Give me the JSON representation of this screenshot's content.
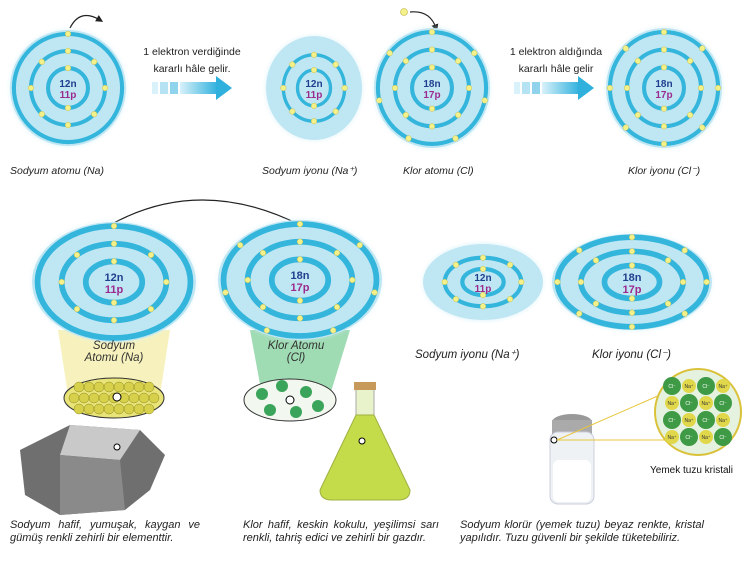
{
  "top_row": {
    "arrow1_text": "1 elektron verdiğinde kararlı hâle gelir.",
    "arrow2_text": "1 elektron aldığında kararlı hâle gelir",
    "atoms": [
      {
        "label": "Sodyum atomu (Na)",
        "neutrons": "12n",
        "protons": "11p",
        "shells": [
          2,
          8,
          1
        ]
      },
      {
        "label": "Sodyum iyonu (Na⁺)",
        "neutrons": "12n",
        "protons": "11p",
        "shells": [
          2,
          8
        ]
      },
      {
        "label": "Klor atomu (Cl)",
        "neutrons": "18n",
        "protons": "17p",
        "shells": [
          2,
          8,
          7
        ]
      },
      {
        "label": "Klor iyonu (Cl⁻)",
        "neutrons": "18n",
        "protons": "17p",
        "shells": [
          2,
          8,
          8
        ]
      }
    ]
  },
  "middle_row": {
    "atoms": [
      {
        "label": "Sodyum Atomu (Na)",
        "neutrons": "12n",
        "protons": "11p",
        "shells": [
          2,
          8,
          1
        ]
      },
      {
        "label": "Klor Atomu (Cl)",
        "neutrons": "18n",
        "protons": "17p",
        "shells": [
          2,
          8,
          7
        ]
      },
      {
        "label": "Sodyum iyonu (Na⁺)",
        "neutrons": "12n",
        "protons": "11p",
        "shells": [
          2,
          8
        ]
      },
      {
        "label": "Klor iyonu (Cl⁻)",
        "neutrons": "18n",
        "protons": "17p",
        "shells": [
          2,
          8,
          8
        ]
      }
    ]
  },
  "crystal_caption": "Yemek tuzu kristali",
  "crystal_ions": [
    "Cl⁻",
    "Na⁺"
  ],
  "descriptions": [
    "Sodyum hafif, yumuşak, kaygan ve gümüş renkli zehirli bir elementtir.",
    "Klor hafif, keskin kokulu, yeşilimsi sarı renkli, tahriş edici ve zehirli bir gazdır.",
    "Sodyum klorür (yemek tuzu) beyaz renkte, kristal yapılıdır. Tuzu güvenli bir şekilde tüketebiliriz."
  ],
  "colors": {
    "shell": "#33b5dc",
    "glow": "#bfe6f3",
    "electron": "#f4f08a",
    "neutron": "#1f3f8f",
    "proton": "#9b2a8f",
    "arrow": "#2fb0dd"
  }
}
